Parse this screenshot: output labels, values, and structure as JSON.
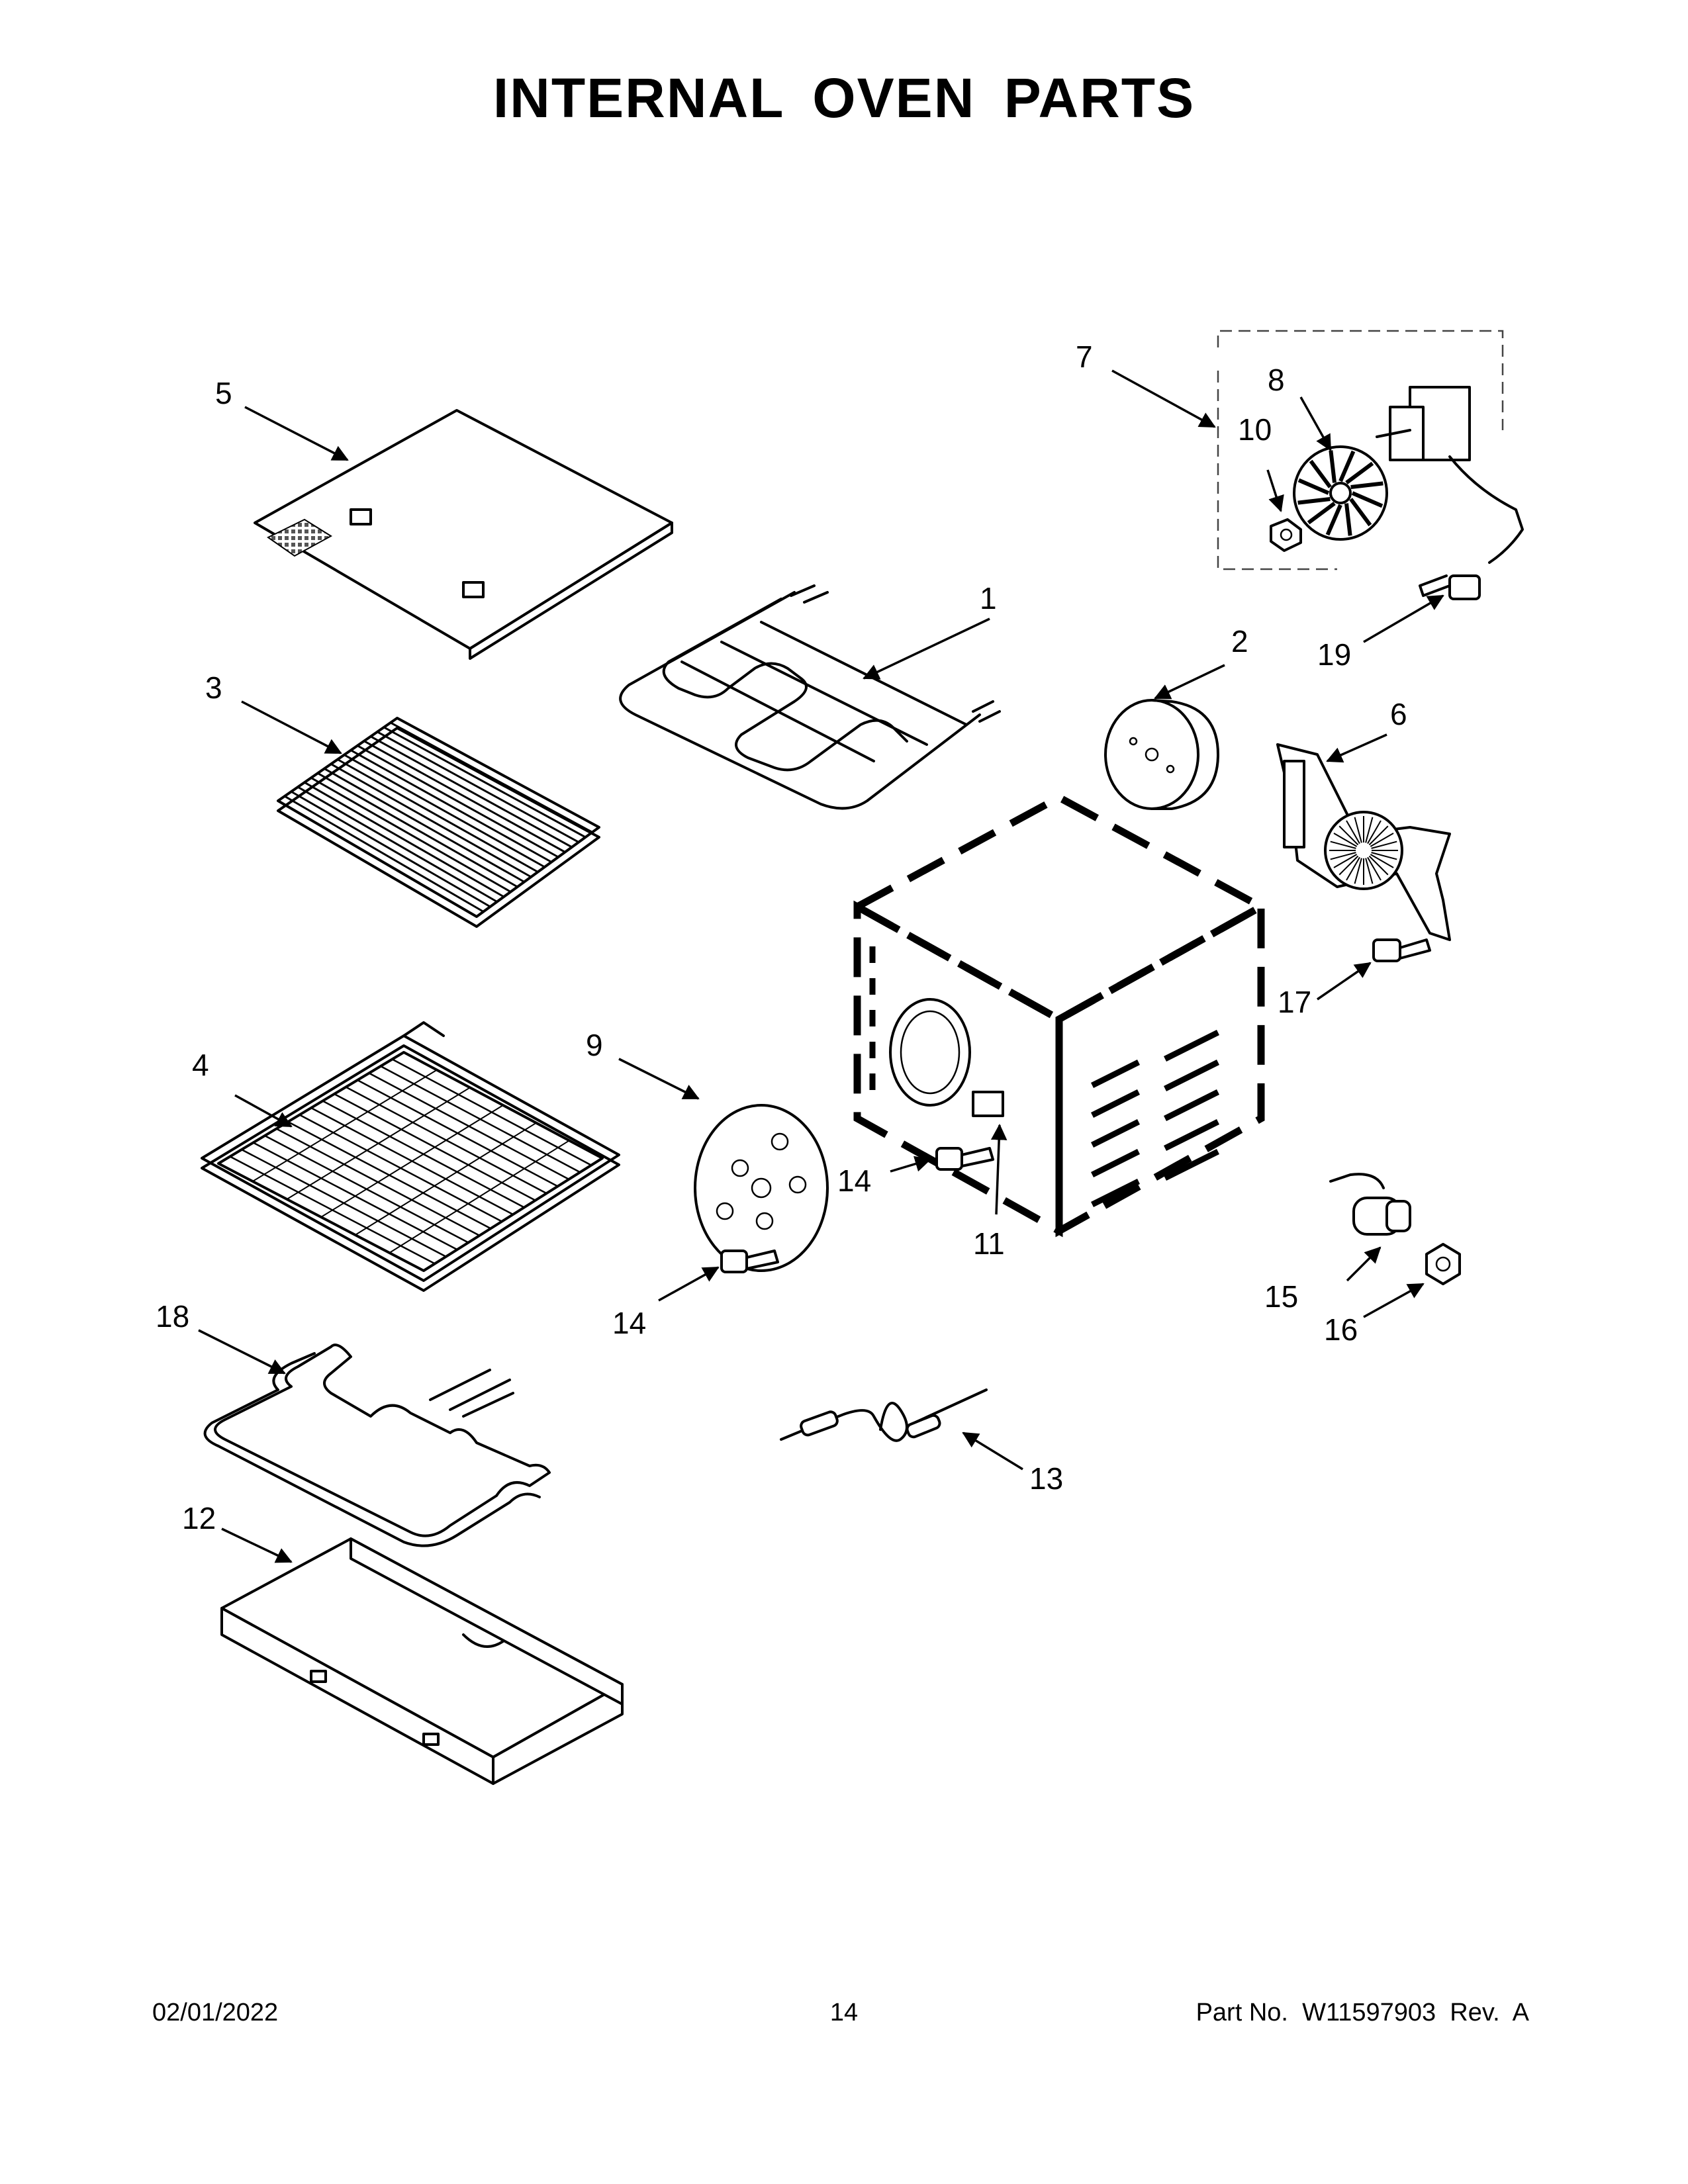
{
  "title": "INTERNAL OVEN PARTS",
  "callouts": [
    "1",
    "2",
    "3",
    "4",
    "5",
    "6",
    "7",
    "8",
    "9",
    "10",
    "11",
    "12",
    "13",
    "14",
    "14",
    "15",
    "16",
    "17",
    "18",
    "19"
  ],
  "footer": {
    "date": "02/01/2022",
    "page": "14",
    "part_no": "Part No.  W11597903  Rev.  A"
  }
}
